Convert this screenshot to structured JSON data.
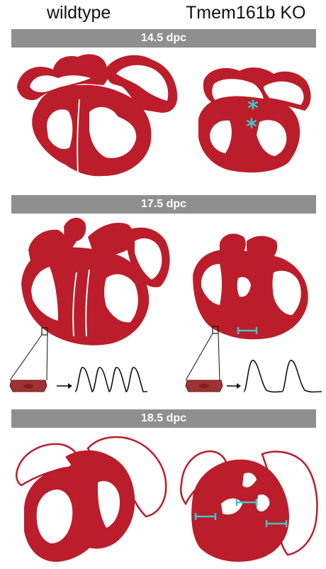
{
  "columns": {
    "left": "wildtype",
    "right": "Tmem161b KO"
  },
  "stages": [
    {
      "label": "14.5 dpc"
    },
    {
      "label": "17.5 dpc"
    },
    {
      "label": "18.5 dpc"
    }
  ],
  "colors": {
    "heart_tissue": "#bb1d2a",
    "stage_bar": "#8f8f8f",
    "highlight_marker": "#3bc7cc",
    "trace": "#111111"
  },
  "markers": {
    "asterisk_symbol": "*"
  }
}
